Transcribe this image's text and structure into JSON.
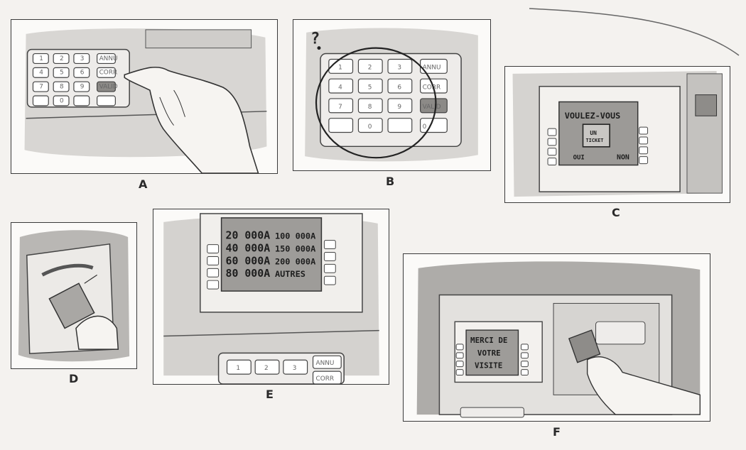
{
  "panels": {
    "a": {
      "label": "A",
      "keypad": {
        "digits": [
          "1",
          "2",
          "3",
          "4",
          "5",
          "6",
          "7",
          "8",
          "9",
          "",
          "0",
          ""
        ],
        "side_keys": [
          "ANNU",
          "CORR",
          "VALID",
          ""
        ]
      }
    },
    "b": {
      "label": "B",
      "question_mark": "?",
      "keypad": {
        "digits": [
          "1",
          "2",
          "3",
          "4",
          "5",
          "6",
          "7",
          "8",
          "9",
          "",
          "0",
          ""
        ],
        "side_keys": [
          "ANNU",
          "CORR",
          "VALID",
          "0"
        ]
      }
    },
    "c": {
      "label": "C",
      "screen": {
        "title": "VOULEZ-VOUS",
        "center_line1": "UN",
        "center_line2": "TICKET",
        "left_option": "OUI",
        "right_option": "NON"
      }
    },
    "d": {
      "label": "D"
    },
    "e": {
      "label": "E",
      "screen": {
        "amounts": [
          "20 000A",
          "100 000A",
          "40 000A",
          "150 000A",
          "60 000A",
          "200 000A",
          "80 000A",
          "AUTRES"
        ]
      },
      "keypad": {
        "digits": [
          "1",
          "2",
          "3"
        ],
        "side_keys": [
          "ANNU",
          "CORR"
        ]
      }
    },
    "f": {
      "label": "F",
      "screen": {
        "line1": "MERCI DE",
        "line2": "VOTRE",
        "line3": "VISITE"
      }
    }
  }
}
